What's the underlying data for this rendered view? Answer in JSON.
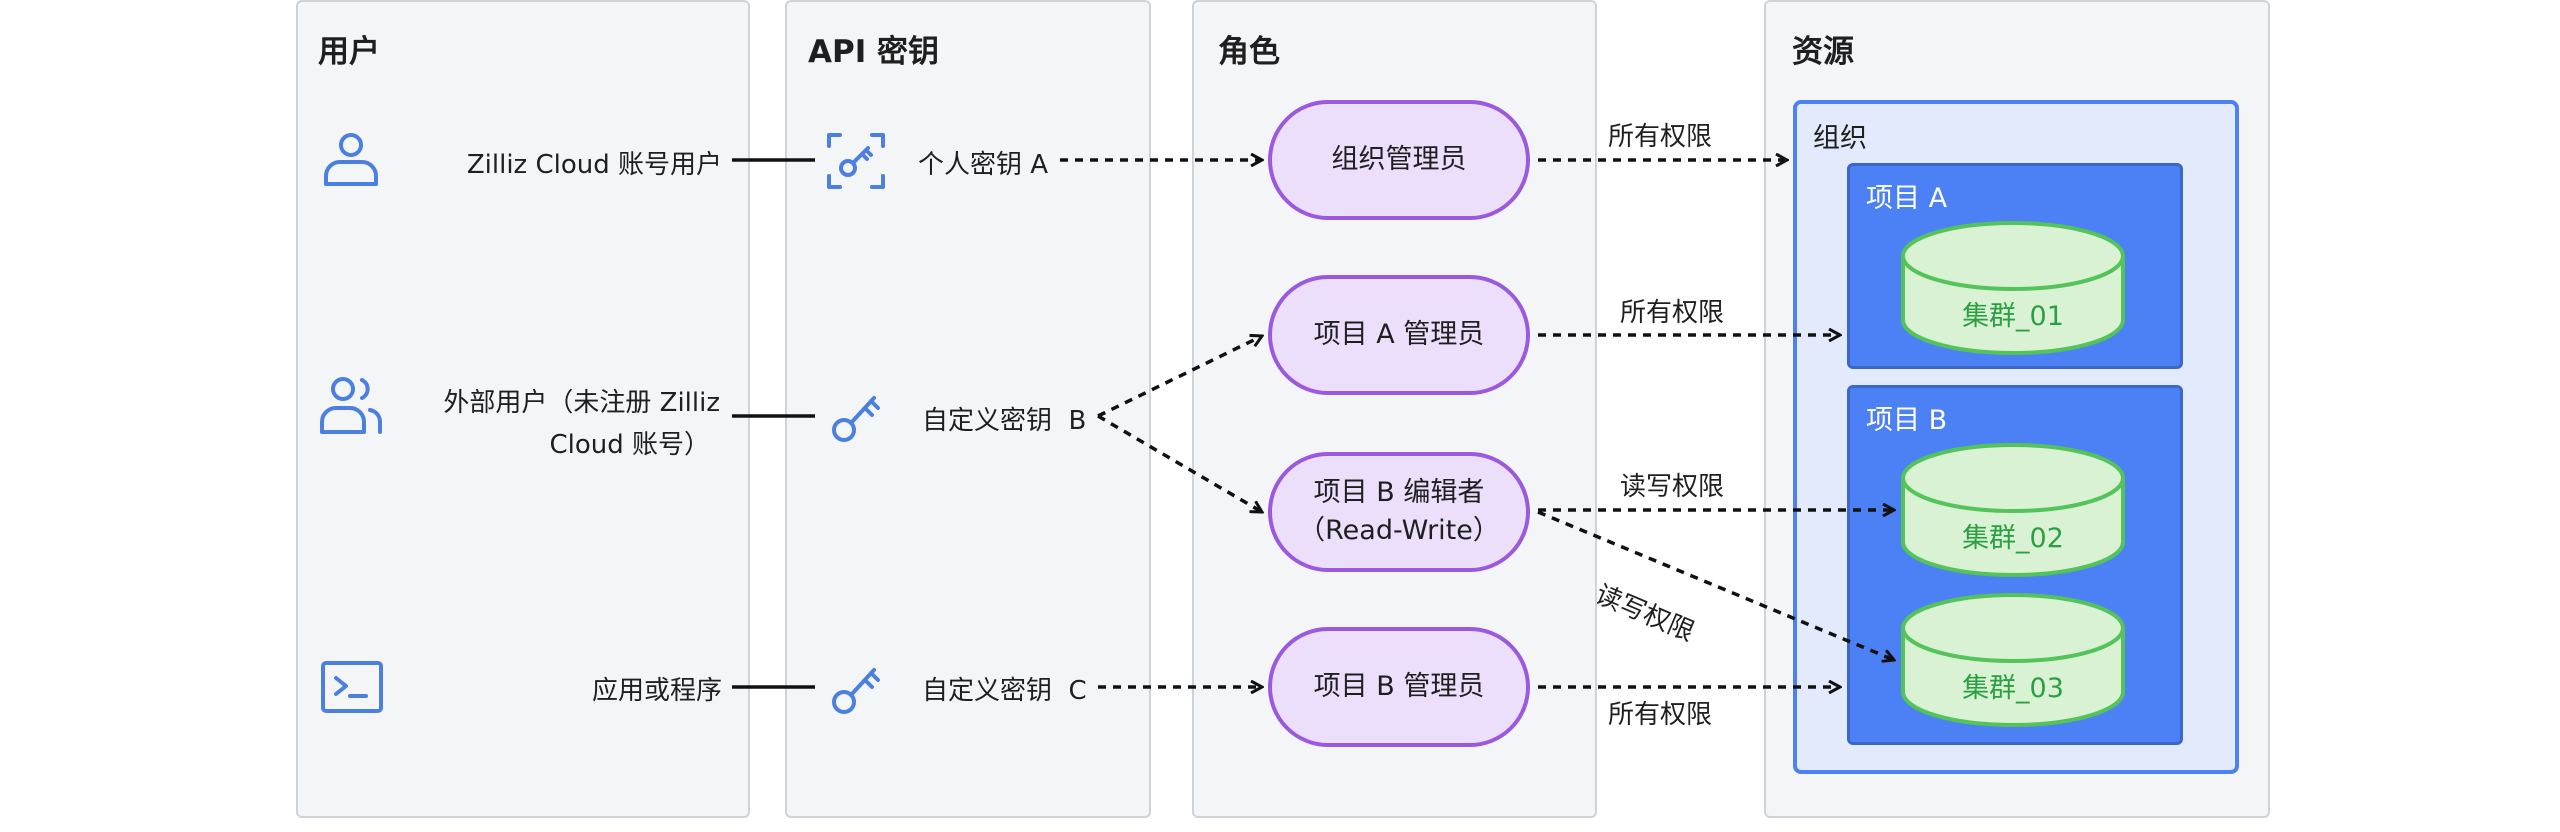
{
  "columns": {
    "users": "用户",
    "api_keys": "API 密钥",
    "roles": "角色",
    "resources": "资源"
  },
  "users": [
    {
      "label": "Zilliz Cloud 账号用户",
      "icon": "user-icon"
    },
    {
      "label_line1": "外部用户（未注册 Zilliz",
      "label_line2": "Cloud 账号）",
      "icon": "users-group-icon"
    },
    {
      "label": "应用或程序",
      "icon": "terminal-icon"
    }
  ],
  "api_keys": [
    {
      "label": "个人密钥 A",
      "icon": "personal-key-icon"
    },
    {
      "label": "自定义密钥  B",
      "icon": "key-icon"
    },
    {
      "label": "自定义密钥  C",
      "icon": "key-icon"
    }
  ],
  "roles": [
    {
      "label": "组织管理员"
    },
    {
      "label": "项目 A 管理员"
    },
    {
      "label_line1": "项目 B 编辑者",
      "label_line2": "（Read-Write）"
    },
    {
      "label": "项目 B 管理员"
    }
  ],
  "permissions": {
    "org_all": "所有权限",
    "proj_a_all": "所有权限",
    "proj_b_rw_1": "读写权限",
    "proj_b_rw_2": "读写权限",
    "proj_b_all": "所有权限"
  },
  "resources": {
    "org_label": "组织",
    "projects": [
      {
        "label": "项目 A",
        "clusters": [
          "集群_01"
        ]
      },
      {
        "label": "项目 B",
        "clusters": [
          "集群_02",
          "集群_03"
        ]
      }
    ]
  },
  "colors": {
    "icon_blue": "#4b7fe0",
    "role_border": "#9b59e0",
    "role_fill": "#ecdffb",
    "project_fill": "#4c80f5",
    "cluster_fill": "#d9f2d4",
    "cluster_border": "#54c35a",
    "cluster_text": "#2ba043"
  }
}
